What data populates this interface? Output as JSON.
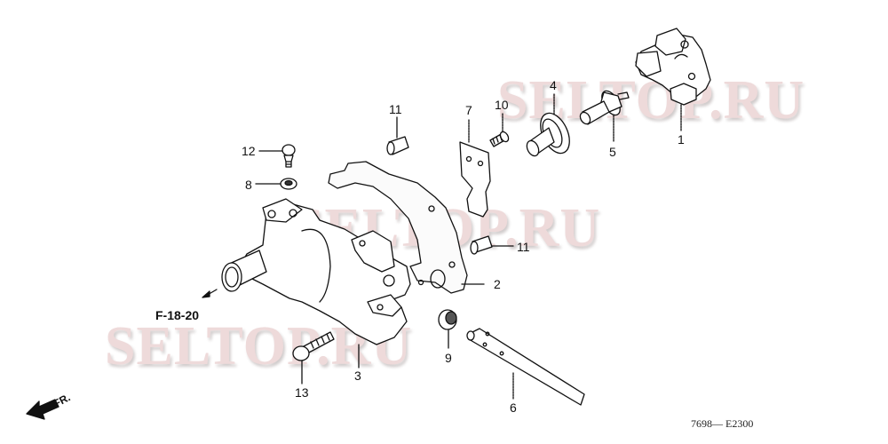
{
  "diagram": {
    "reference_label": "F-18-20",
    "direction_label": "FR.",
    "diagram_code": "7698— E2300",
    "watermark_text": "SELTOP.RU",
    "colors": {
      "line": "#111111",
      "watermark_fill": "#ecd4d4",
      "watermark_shadow": "#c9c3c3",
      "background": "#ffffff"
    },
    "callouts": [
      {
        "num": "1",
        "part": "arm-bracket-assembly"
      },
      {
        "num": "2",
        "part": "gasket"
      },
      {
        "num": "3",
        "part": "pump-housing"
      },
      {
        "num": "4",
        "part": "cap-washer"
      },
      {
        "num": "5",
        "part": "bolt-shaft"
      },
      {
        "num": "6",
        "part": "shaft"
      },
      {
        "num": "7",
        "part": "plate-bracket"
      },
      {
        "num": "8",
        "part": "washer"
      },
      {
        "num": "9",
        "part": "seal-nut"
      },
      {
        "num": "10",
        "part": "small-screw"
      },
      {
        "num": "11",
        "part": "dowel-pin"
      },
      {
        "num": "11",
        "part": "dowel-pin-lower"
      },
      {
        "num": "12",
        "part": "flange-bolt"
      },
      {
        "num": "13",
        "part": "long-bolt"
      }
    ]
  }
}
